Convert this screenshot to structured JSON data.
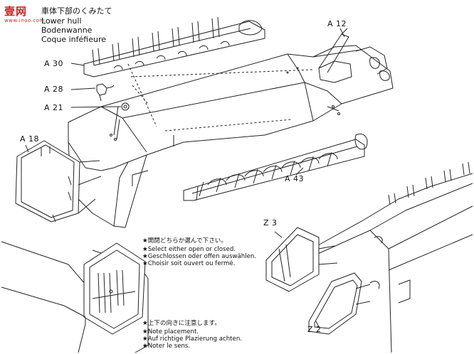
{
  "watermark": {
    "main": "壹网",
    "sub": "www.inoo.com"
  },
  "title": {
    "japanese": "車体下部のくみたて",
    "english": "Lower hull",
    "german": "Bodenwanne",
    "french": "Coque inféfieure"
  },
  "part_labels": {
    "a12": "A 12",
    "a30": "A 30",
    "a28": "A 28",
    "a21": "A 21",
    "a18": "A 18",
    "a43": "A 43",
    "z3": "Z 3",
    "z2": "Z 2"
  },
  "note1": {
    "japanese": "★開閉どちらか選んで下さい。",
    "english": "★Select either open or closed.",
    "german": "★Geschlossen oder offen auswählen.",
    "french": "★Choisir soit ouvert ou fermé."
  },
  "note2": {
    "japanese": "★上下の向きに注意します。",
    "english": "★Note placement.",
    "german": "★Auf richtige Plazierung achten.",
    "french": "★Noter le sens."
  }
}
